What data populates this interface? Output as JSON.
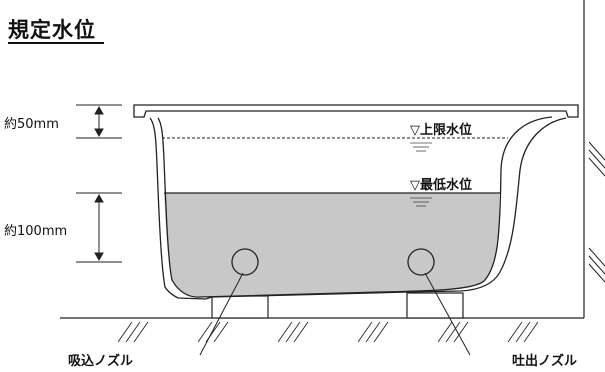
{
  "title": "規定水位",
  "labels": {
    "upper_level": "▽上限水位",
    "lower_level": "▽最低水位",
    "upper_gap": "約50mm",
    "water_depth": "約100mm",
    "intake_nozzle": "吸込ノズル",
    "outlet_nozzle": "吐出ノズル"
  },
  "colors": {
    "water": "#c8c8c8",
    "line": "#222222"
  }
}
